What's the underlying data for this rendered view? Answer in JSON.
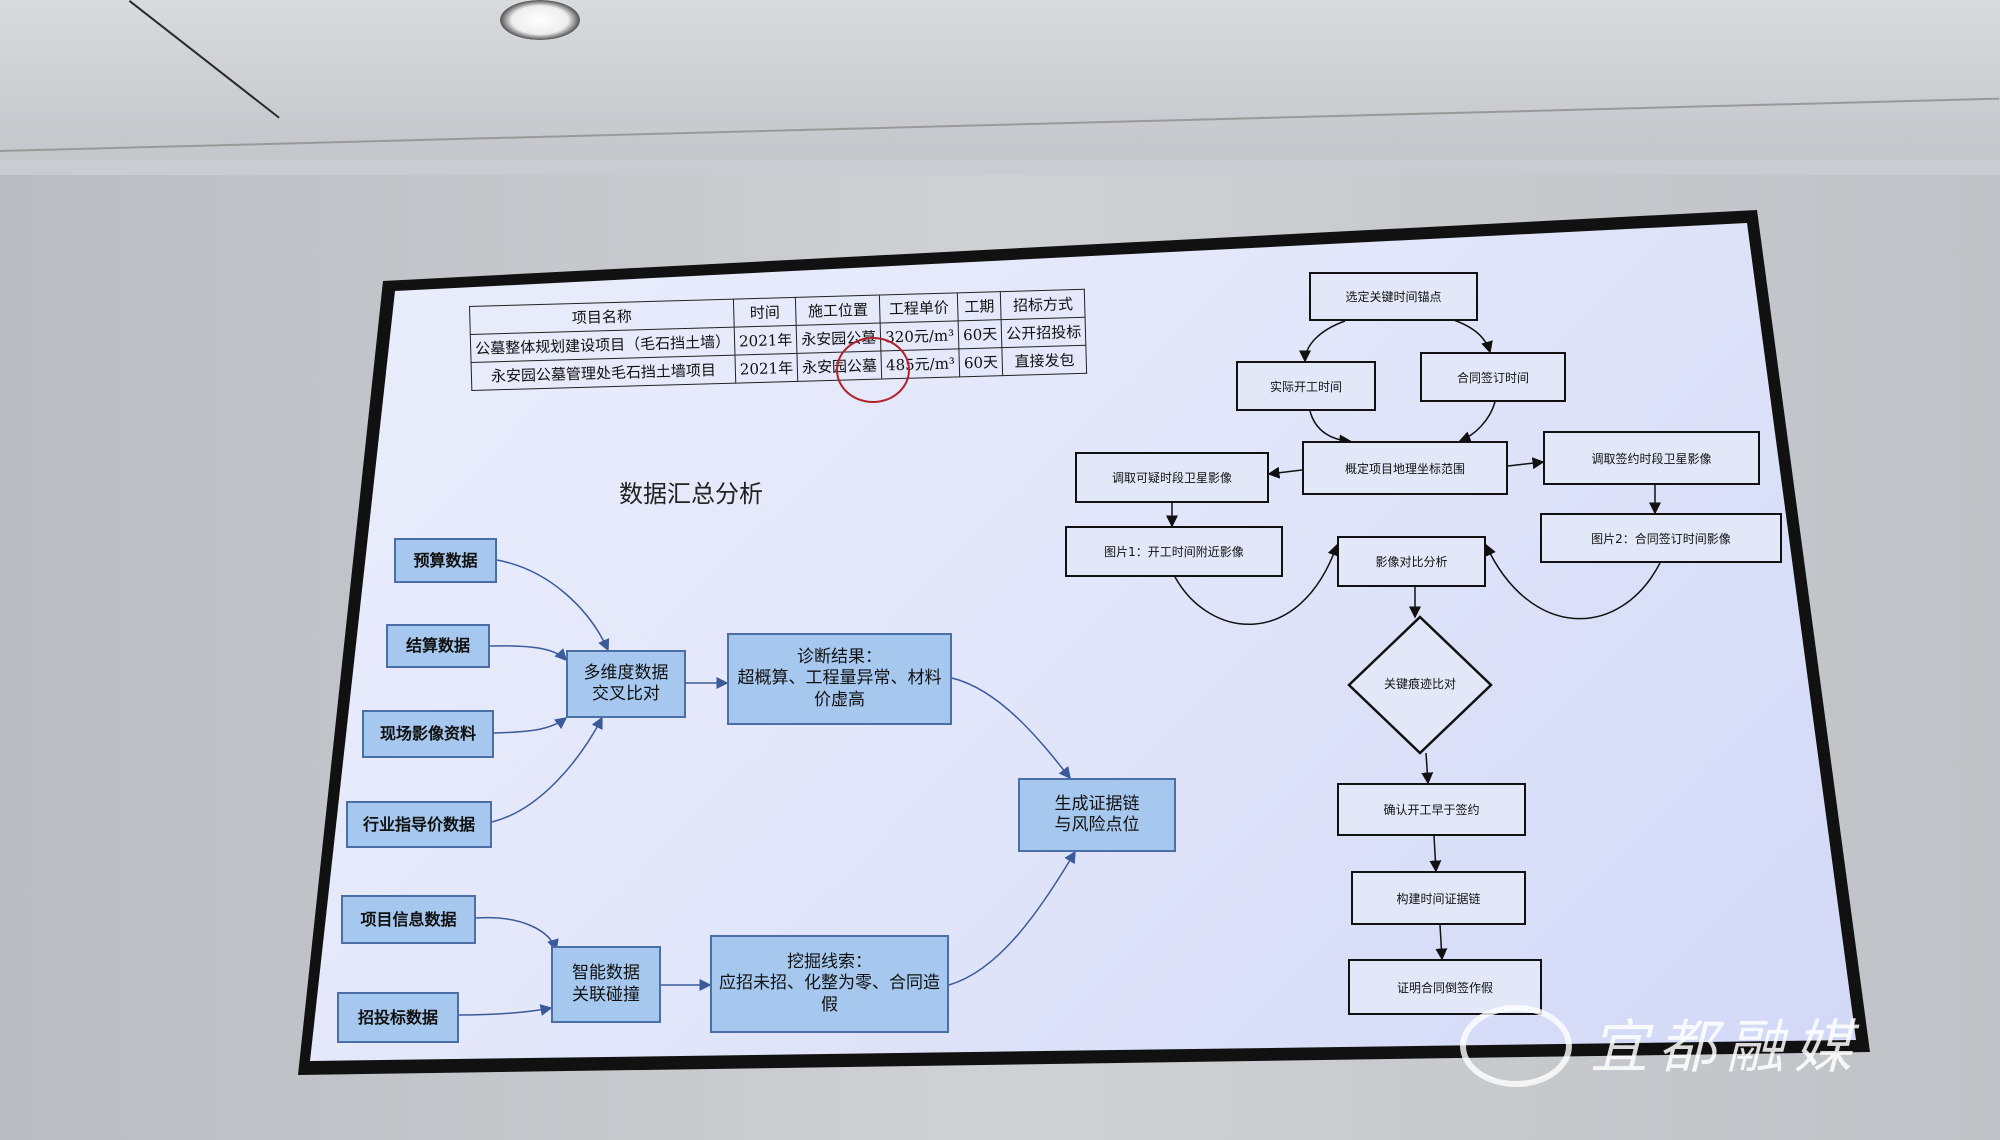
{
  "table": {
    "headers": [
      "项目名称",
      "时间",
      "施工位置",
      "工程单价",
      "工期",
      "招标方式"
    ],
    "rows": [
      [
        "公墓整体规划建设项目（毛石挡土墙）",
        "2021年",
        "永安园公墓",
        "320元/m³",
        "60天",
        "公开招投标"
      ],
      [
        "永安园公墓管理处毛石挡土墙项目",
        "2021年",
        "永安园公墓",
        "485元/m³",
        "60天",
        "直接发包"
      ]
    ]
  },
  "left": {
    "title": "数据汇总分析",
    "sources": [
      "预算数据",
      "结算数据",
      "现场影像资料",
      "行业指导价数据",
      "项目信息数据",
      "招投标数据"
    ],
    "cross": "多维度数据\n交叉比对",
    "diagnosis": "诊断结果：\n超概算、工程量异常、材料价虚高",
    "collision": "智能数据\n关联碰撞",
    "clues": "挖掘线索：\n应招未招、化整为零、合同造假",
    "evidence": "生成证据链\n与风险点位"
  },
  "right": {
    "anchor": "选定关键时间锚点",
    "start": "实际开工时间",
    "sign": "合同签订时间",
    "geo": "概定项目地理坐标范围",
    "suspect_img": "调取可疑时段卫星影像",
    "sign_img": "调取签约时段卫星影像",
    "pic1": "图片1：开工时间附近影像",
    "compare": "影像对比分析",
    "pic2": "图片2：合同签订时间影像",
    "decision": "关键痕迹比对",
    "confirm": "确认开工早于签约",
    "chain": "构建时间证据链",
    "prove": "证明合同倒签作假"
  },
  "watermark": "宜都融媒"
}
